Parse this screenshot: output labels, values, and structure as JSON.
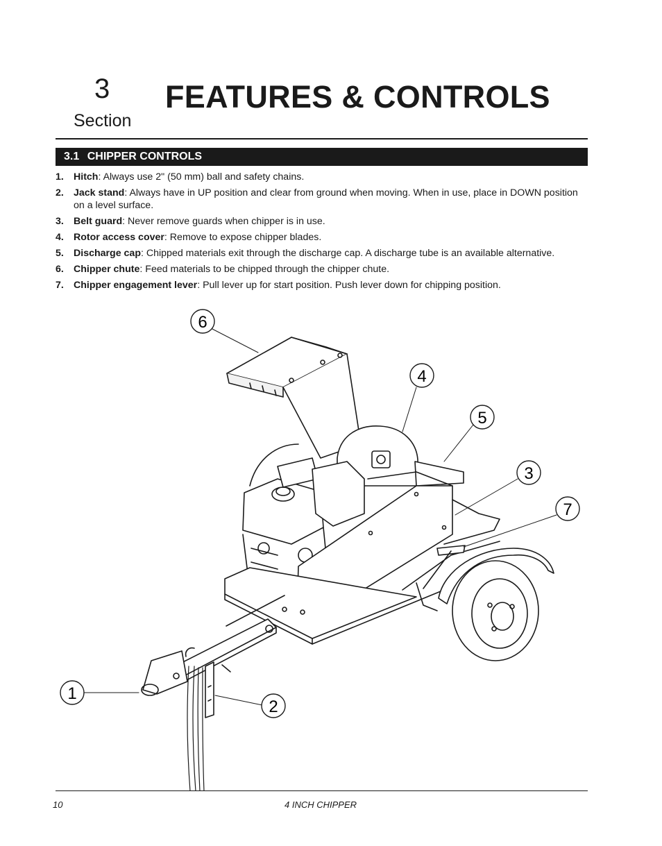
{
  "section": {
    "number": "3",
    "word": "Section",
    "title": "FEATURES & CONTROLS"
  },
  "subsection": {
    "number": "3.1",
    "title": "CHIPPER CONTROLS"
  },
  "items": [
    {
      "num": "1.",
      "term": "Hitch",
      "text": ": Always use 2\" (50 mm) ball and safety chains."
    },
    {
      "num": "2.",
      "term": "Jack stand",
      "text": ": Always have in UP position and clear from ground when moving. When in use, place in DOWN position on a level surface."
    },
    {
      "num": "3.",
      "term": "Belt guard",
      "text": ": Never remove guards when chipper is in use."
    },
    {
      "num": "4.",
      "term": "Rotor access cover",
      "text": ": Remove to expose chipper blades."
    },
    {
      "num": "5.",
      "term": "Discharge cap",
      "text": ": Chipped materials exit through the discharge cap. A discharge tube is an available alternative."
    },
    {
      "num": "6.",
      "term": "Chipper chute",
      "text": ": Feed materials to be chipped through the chipper chute."
    },
    {
      "num": "7.",
      "term": "Chipper engagement lever",
      "text": ": Pull lever up for start position. Push lever down for chipping position."
    }
  ],
  "callouts": [
    "1",
    "2",
    "3",
    "4",
    "5",
    "6",
    "7"
  ],
  "footer": {
    "page_number": "10",
    "doc_title": "4 INCH CHIPPER"
  }
}
